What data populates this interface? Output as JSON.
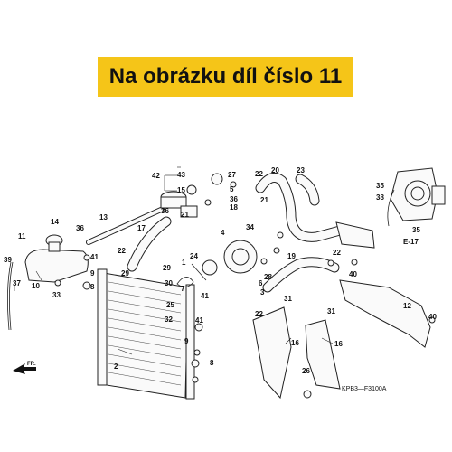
{
  "banner": {
    "text": "Na obrázku díl číslo 11",
    "color": "#f5c518"
  },
  "diagram_code": "KPB3—F3100A",
  "front_arrow": "FR.",
  "labels": {
    "l1": "1",
    "l2": "2",
    "l3": "3",
    "l4": "4",
    "l5": "5",
    "l6": "6",
    "l7": "7",
    "l8": "8",
    "l8b": "8",
    "l9": "9",
    "l9b": "9",
    "l10": "10",
    "l11": "11",
    "l12": "12",
    "l13": "13",
    "l14": "14",
    "l15": "15",
    "l16": "16",
    "l16b": "16",
    "l17": "17",
    "l18": "18",
    "l19": "19",
    "l20": "20",
    "l21": "21",
    "l21b": "21",
    "l22": "22",
    "l22b": "22",
    "l22c": "22",
    "l23": "23",
    "l24": "24",
    "l25": "25",
    "l26": "26",
    "l27": "27",
    "l28": "28",
    "l29": "29",
    "l30": "30",
    "l31": "31",
    "l31b": "31",
    "l32": "32",
    "l33": "33",
    "l34": "34",
    "l35": "35",
    "l35b": "35",
    "l36": "36",
    "l36b": "36",
    "l36c": "36",
    "l37": "37",
    "l38": "38",
    "l39": "39",
    "l40": "40",
    "l40b": "40",
    "l41": "41",
    "l41b": "41",
    "l42": "42",
    "l43": "43",
    "e17": "E-17"
  }
}
